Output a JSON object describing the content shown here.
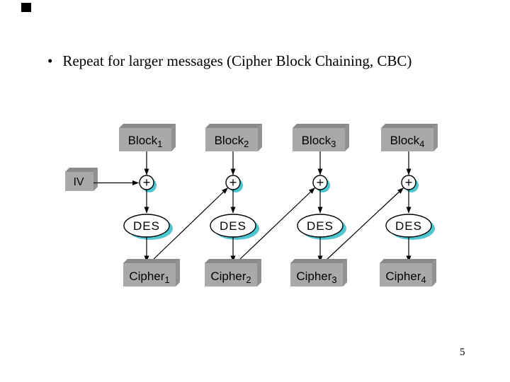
{
  "slide": {
    "bullet_char": "•",
    "title": "Repeat for larger messages (Cipher Block Chaining, CBC)",
    "page_number": "5"
  },
  "diagram": {
    "iv_label": "IV",
    "xor_symbol": "+",
    "des_label": "DES",
    "columns": [
      {
        "block_label": "Block",
        "block_subscript": "1",
        "cipher_label": "Cipher",
        "cipher_subscript": "1"
      },
      {
        "block_label": "Block",
        "block_subscript": "2",
        "cipher_label": "Cipher",
        "cipher_subscript": "2"
      },
      {
        "block_label": "Block",
        "block_subscript": "3",
        "cipher_label": "Cipher",
        "cipher_subscript": "3"
      },
      {
        "block_label": "Block",
        "block_subscript": "4",
        "cipher_label": "Cipher",
        "cipher_subscript": "4"
      }
    ],
    "colors": {
      "box_front": "#a9a9a9",
      "box_top": "#8a8a8a",
      "box_side": "#919191",
      "accent_shadow": "#4fc7d2",
      "line": "#000000"
    }
  }
}
